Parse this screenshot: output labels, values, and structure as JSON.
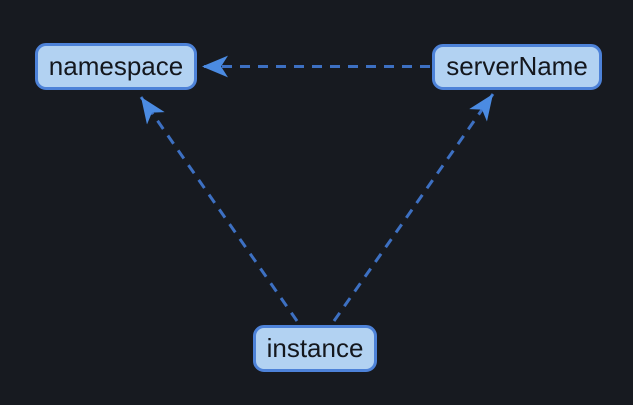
{
  "diagram": {
    "type": "flowchart",
    "background_color": "#171a20",
    "nodes": [
      {
        "id": "namespace",
        "label": "namespace",
        "position": "top-left"
      },
      {
        "id": "serverName",
        "label": "serverName",
        "position": "top-right"
      },
      {
        "id": "instance",
        "label": "instance",
        "position": "bottom-center"
      }
    ],
    "edges": [
      {
        "from": "serverName",
        "to": "namespace",
        "line_style": "dashed",
        "arrowhead": "filled-concave-triangle"
      },
      {
        "from": "instance",
        "to": "namespace",
        "line_style": "dashed",
        "arrowhead": "filled-concave-triangle"
      },
      {
        "from": "instance",
        "to": "serverName",
        "line_style": "dashed",
        "arrowhead": "filled-concave-triangle"
      }
    ],
    "colors": {
      "node_fill": "#b2d2f2",
      "node_border": "#4d82d8",
      "node_text": "#14171d",
      "edge_line": "#3d70c2",
      "edge_arrowhead": "#4b8be2"
    }
  }
}
